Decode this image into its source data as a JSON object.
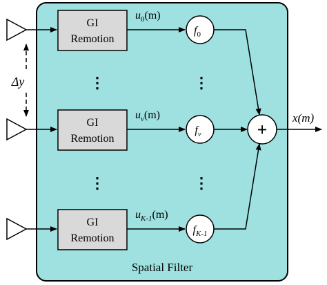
{
  "diagram": {
    "container_label": "Spatial Filter",
    "delta_label": "Δy",
    "output_label": "x(m)",
    "sum_symbol": "+",
    "block_line1": "GI",
    "block_line2": "Remotion",
    "dots": "⋮",
    "rows": [
      {
        "signal_main": "u",
        "signal_sub": "0",
        "signal_arg": "(m)",
        "filter_main": "f",
        "filter_sub": "0"
      },
      {
        "signal_main": "u",
        "signal_sub": "v",
        "signal_arg": "(m)",
        "filter_main": "f",
        "filter_sub": "v"
      },
      {
        "signal_main": "u",
        "signal_sub": "K-1",
        "signal_arg": "(m)",
        "filter_main": "f",
        "filter_sub": "K-1"
      }
    ]
  },
  "colors": {
    "container_fill": "#9fe0e0",
    "block_fill": "#d9d9d9",
    "stroke": "#000000",
    "node_fill": "#ffffff"
  },
  "icons": [
    "antenna-icon"
  ]
}
